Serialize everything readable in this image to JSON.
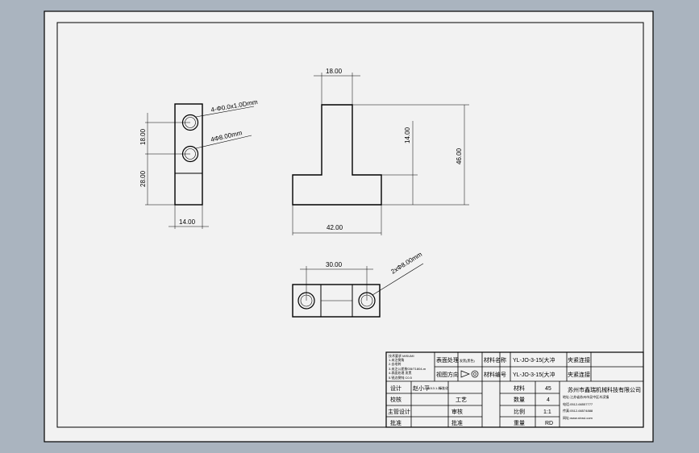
{
  "views": {
    "side": {
      "dims": {
        "width": "14.00",
        "hole_spacing": "18.00",
        "hole_offset": "28.00",
        "upper_hole_note": "4-Φ0.0x1.0Dmm",
        "lower_hole_note": "4Φ8.00mm"
      }
    },
    "front": {
      "dims": {
        "stem_width": "18.00",
        "height": "46.00",
        "stem_height": "14.00",
        "base_width": "42.00"
      }
    },
    "top": {
      "dims": {
        "hole_spacing": "30.00",
        "hole_note": "2xΦ8.00mm"
      }
    }
  },
  "title_block": {
    "notes": [
      "技术要求 MISUMI",
      "1.未注倒角",
      "2.去毛刺",
      "3.未注公差按GB/T1804-m",
      "4.表面处理 发黑",
      "5.锐边倒钝 C0.5"
    ],
    "surface_treatment_label": "表面处理",
    "surface_treatment_value": "发黑(黑色)",
    "view_method_label": "视图方向",
    "material_label": "材料名称",
    "material_value": "YL-JO-3-15(大冲",
    "material_no_label": "材料编号",
    "material_no_value": "YL-JO-3-15(大冲",
    "drawing_name": "夹紧连接",
    "drawing_name_2": "夹紧连接",
    "design_label": "设计",
    "design_name": "赵小平",
    "design_date": "2013.1.25",
    "revision_label": "标准化",
    "check_label": "校核",
    "process_label": "工艺",
    "main_design_label": "主管设计",
    "audit_label": "审核",
    "approve_label": "批准",
    "approve_sub_label": "批准",
    "qty_label": "材料",
    "qty_value": "45",
    "count_label": "数量",
    "count_value": "4",
    "scale_label": "比例",
    "scale_value": "1:1",
    "weight_label": "重量",
    "weight_value": "RD",
    "company_name": "苏州市鑫瑞机械科技有限公司",
    "company_address": "地址:江苏省苏州市吴中区木渎镇",
    "company_tel": "电话:0512-66557777",
    "company_fax": "传真:0512-66574888",
    "company_web": "网址:www.xinrui.com"
  },
  "colors": {
    "background": "#aab4bf",
    "sheet": "#f2f2f2",
    "line": "#000000"
  }
}
